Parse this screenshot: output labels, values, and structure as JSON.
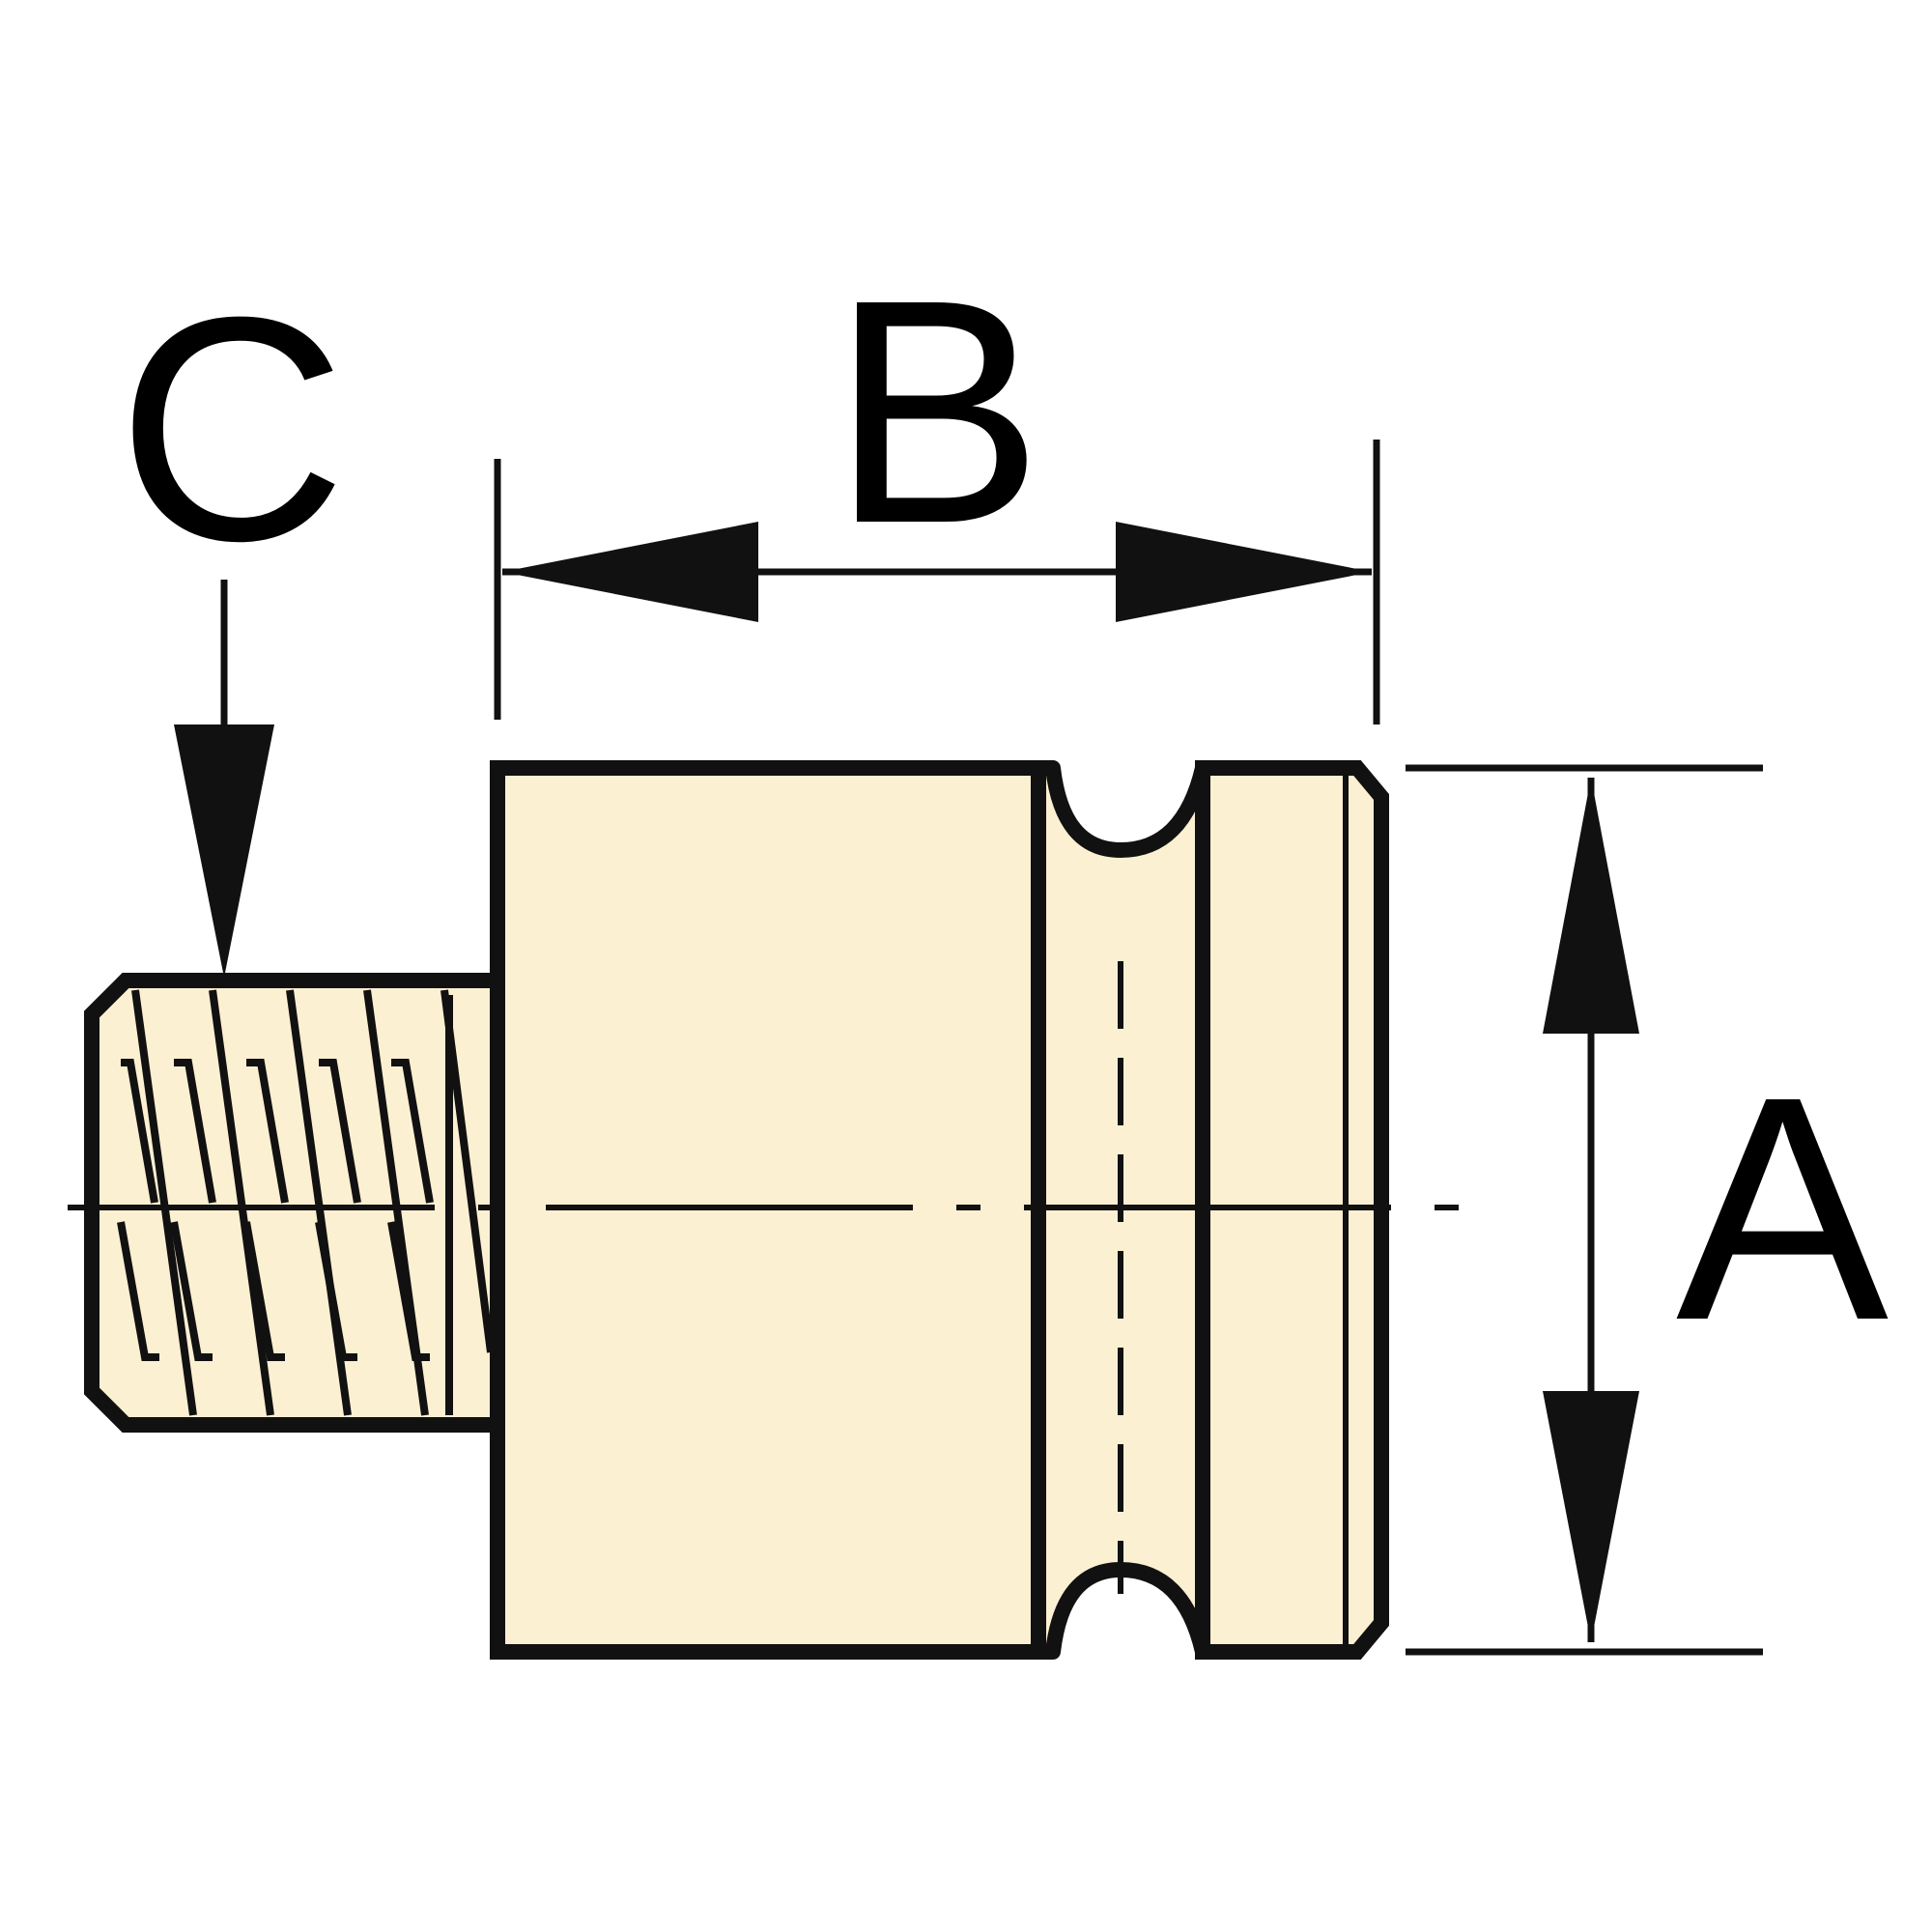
{
  "diagram": {
    "labels": {
      "a": "A",
      "b": "B",
      "c": "C"
    },
    "colors": {
      "part_fill": "#fcf0d2",
      "stroke": "#111111",
      "background": "#ffffff"
    }
  }
}
